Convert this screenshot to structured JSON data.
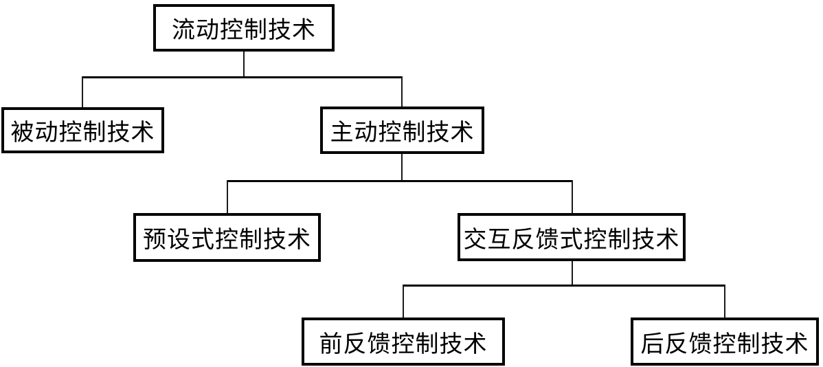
{
  "diagram": {
    "type": "tree",
    "nodes": [
      {
        "id": "root",
        "label": "流动控制技术",
        "parent": null
      },
      {
        "id": "passive",
        "label": "被动控制技术",
        "parent": "root"
      },
      {
        "id": "active",
        "label": "主动控制技术",
        "parent": "root"
      },
      {
        "id": "preset",
        "label": "预设式控制技术",
        "parent": "active"
      },
      {
        "id": "interactive",
        "label": "交互反馈式控制技术",
        "parent": "active"
      },
      {
        "id": "feedforward",
        "label": "前反馈控制技术",
        "parent": "interactive"
      },
      {
        "id": "backfeed",
        "label": "后反馈控制技术",
        "parent": "interactive"
      }
    ],
    "colors": {
      "background": "#ffffff",
      "box_border": "#000000",
      "text": "#000000",
      "line": "#000000"
    }
  }
}
